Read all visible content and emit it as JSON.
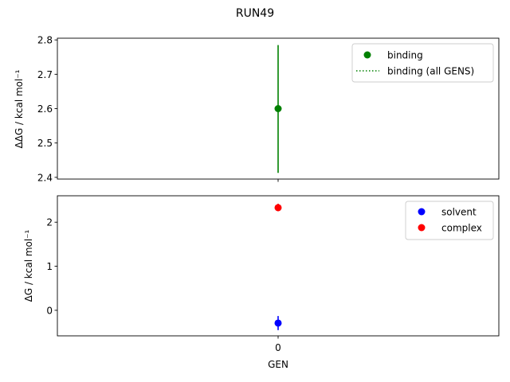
{
  "suptitle": "RUN49",
  "chart_data": [
    {
      "type": "scatter",
      "ylabel": "ΔΔG / kcal mol⁻¹",
      "xlabel": "",
      "ylim": [
        2.395,
        2.805
      ],
      "yticks": [
        2.4,
        2.5,
        2.6,
        2.7,
        2.8
      ],
      "ytick_labels": [
        "2.4",
        "2.5",
        "2.6",
        "2.7",
        "2.8"
      ],
      "xticks": [
        0
      ],
      "xtick_labels": [],
      "xlim": [
        -0.5,
        0.5
      ],
      "grid": false,
      "legend_position": "top-right",
      "series": [
        {
          "name": "binding",
          "color": "#008000",
          "marker": "circle",
          "x": [
            0
          ],
          "y": [
            2.6
          ],
          "yerr_low": [
            2.413
          ],
          "yerr_high": [
            2.785
          ]
        },
        {
          "name": "binding (all GENS)",
          "color": "#008000",
          "style": "dotted-line",
          "x": [],
          "y": []
        }
      ]
    },
    {
      "type": "scatter",
      "ylabel": "ΔG / kcal mol⁻¹",
      "xlabel": "GEN",
      "ylim": [
        -0.58,
        2.6
      ],
      "yticks": [
        0,
        1,
        2
      ],
      "ytick_labels": [
        "0",
        "1",
        "2"
      ],
      "xticks": [
        0
      ],
      "xtick_labels": [
        "0"
      ],
      "xlim": [
        -0.5,
        0.5
      ],
      "grid": false,
      "legend_position": "top-right",
      "series": [
        {
          "name": "solvent",
          "color": "#0000ff",
          "marker": "circle",
          "x": [
            0
          ],
          "y": [
            -0.29
          ],
          "yerr_low": [
            -0.45
          ],
          "yerr_high": [
            -0.13
          ]
        },
        {
          "name": "complex",
          "color": "#ff0000",
          "marker": "circle",
          "x": [
            0
          ],
          "y": [
            2.33
          ],
          "yerr_low": [
            2.25
          ],
          "yerr_high": [
            2.42
          ]
        }
      ]
    }
  ]
}
